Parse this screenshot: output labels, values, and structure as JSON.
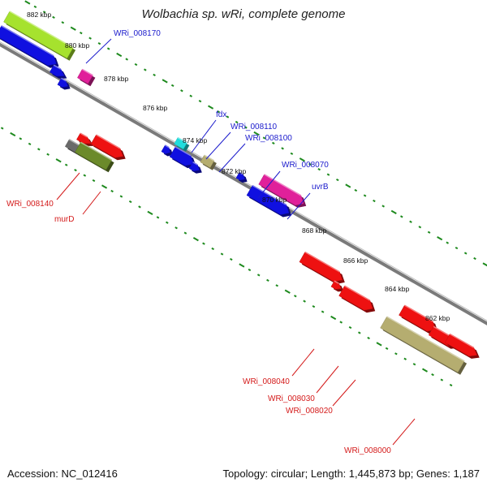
{
  "title": "Wolbachia sp. wRi, complete genome",
  "footer": {
    "accession": "Accession: NC_012416",
    "topology": "Topology: circular; Length: 1,445,873 bp; Genes: 1,187"
  },
  "scale_labels": [
    "882 kbp",
    "880 kbp",
    "878 kbp",
    "876 kbp",
    "874 kbp",
    "872 kbp",
    "870 kbp",
    "868 kbp",
    "866 kbp",
    "864 kbp",
    "862 kbp"
  ],
  "gene_labels": {
    "forward": [
      "WRi_008170",
      "fdx",
      "WRi_008110",
      "WRi_008100",
      "WRi_008070",
      "uvrB"
    ],
    "reverse": [
      "WRi_008140",
      "murD",
      "WRi_008040",
      "WRi_008030",
      "WRi_008020",
      "WRi_008000"
    ]
  },
  "colors": {
    "forward_label": "#1a1acc",
    "reverse_label": "#d41a1a",
    "backbone": "#7a7a7a",
    "tick_green": "#1e8a1e",
    "blue": "#1010e0",
    "red": "#ee1111",
    "magenta": "#e0209a",
    "lime": "#a6e22e",
    "olive": "#6b8a2a",
    "tan": "#b5ad70",
    "cyan": "#20dddd",
    "grey": "#6a6a6a"
  }
}
